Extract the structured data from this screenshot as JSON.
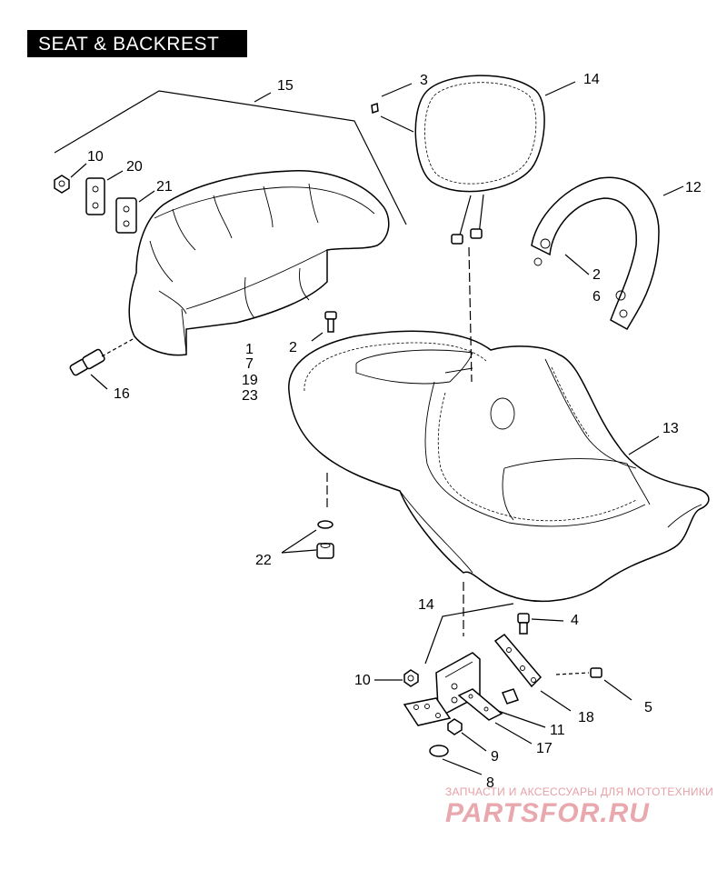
{
  "title": "SEAT & BACKREST",
  "callouts": {
    "c15": "15",
    "c10a": "10",
    "c20": "20",
    "c21": "21",
    "c3": "3",
    "c14a": "14",
    "c12": "12",
    "c2a": "2",
    "c6": "6",
    "c2b": "2",
    "c1": "1",
    "c7": "7",
    "c19": "19",
    "c23": "23",
    "c16": "16",
    "c13": "13",
    "c22": "22",
    "c14b": "14",
    "c4": "4",
    "c10b": "10",
    "c5": "5",
    "c18": "18",
    "c11": "11",
    "c17": "17",
    "c9": "9",
    "c8": "8"
  },
  "watermark": {
    "caption": "ЗАПЧАСТИ И АКСЕССУАРЫ ДЛЯ МОТОТЕХНИКИ",
    "logo": "PARTSFOR.RU"
  }
}
